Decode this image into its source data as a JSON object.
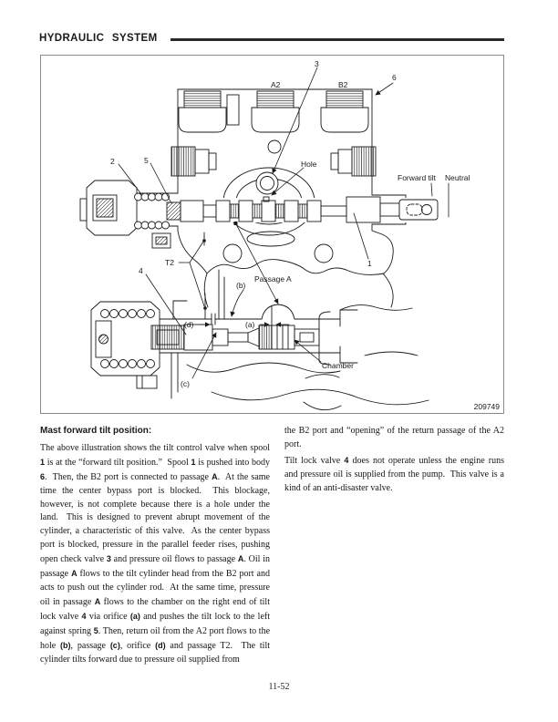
{
  "page": {
    "header": "HYDRAULIC SYSTEM",
    "page_number": "11-52"
  },
  "diagram": {
    "figure_number": "209749",
    "labels": {
      "l1": "1",
      "l2": "2",
      "l3": "3",
      "l4": "4",
      "l5": "5",
      "l6": "6",
      "a2": "A2",
      "b2": "B2",
      "t2": "T2",
      "hole": "Hole",
      "forward_tilt": "Forward tilt",
      "neutral": "Neutral",
      "passage_a": "Passage A",
      "orifice_a": "(a)",
      "hole_b": "(b)",
      "passage_c": "(c)",
      "orifice_d": "(d)",
      "chamber": "Chamber"
    }
  },
  "content": {
    "heading": "Mast forward tilt position:",
    "left_html": "The above illustration shows the tilt control valve when spool <b>1</b> is at the “forward tilt position.”  Spool <b>1</b> is pushed into body <b>6</b>.  Then, the B2 port is connected to passage <b>A</b>.  At the same time the center bypass port is blocked.  This blockage, however, is not complete because there is a hole under the land.  This is designed to prevent abrupt movement of the cylinder, a characteristic of this valve.  As the center bypass port is blocked, pressure in the parallel feeder rises, pushing open check valve <b>3</b> and pressure oil flows to passage <b>A</b>. Oil in passage <b>A</b> flows to the tilt cylinder head from the B2 port and acts to push out the cylinder rod.  At the same time, pressure oil in passage <b>A</b> flows to the chamber on the right end of tilt lock valve <b>4</b> via orifice <b>(a)</b> and pushes the tilt lock to the left against spring <b>5</b>. Then, return oil from the A2 port flows to the hole <b>(b)</b>, passage <b>(c)</b>, orifice <b>(d)</b> and passage T2.  The tilt cylinder tilts forward due to pressure oil supplied from",
    "right_html_1": "the B2 port and “opening” of the return passage of the A2 port.",
    "right_html_2": "Tilt lock valve <b>4</b> does not operate unless the engine runs and pressure oil is supplied from the pump.  This valve is a kind of an anti-disaster valve."
  }
}
